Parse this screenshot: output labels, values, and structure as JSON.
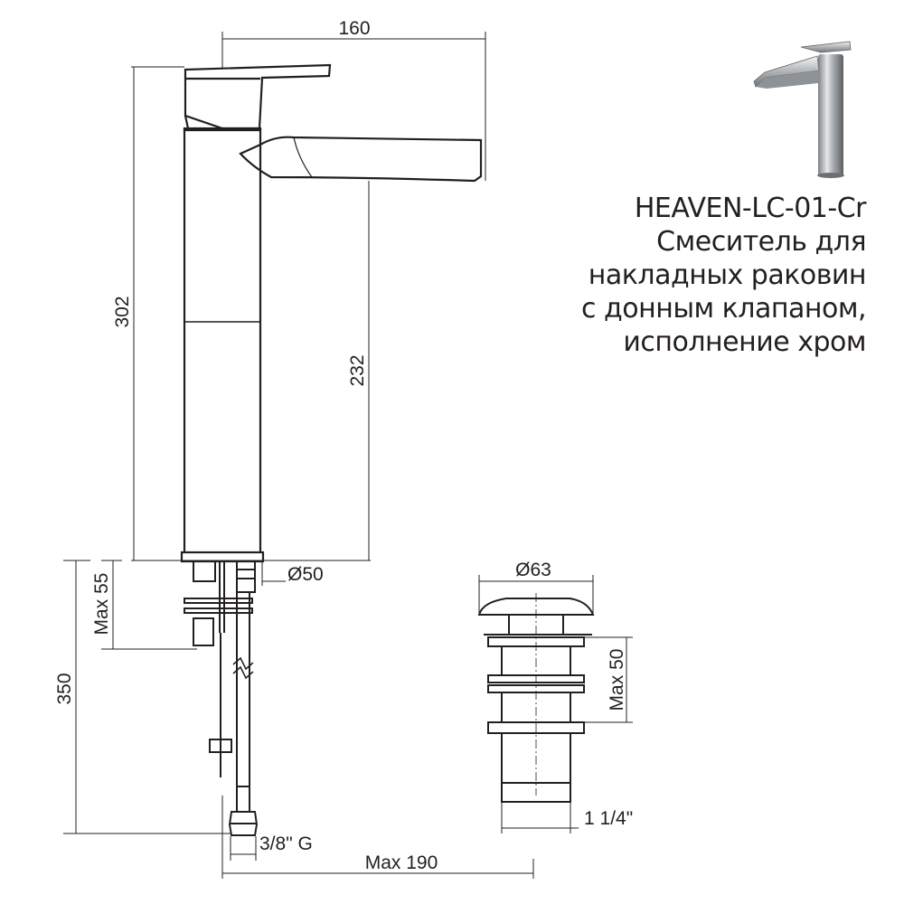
{
  "product": {
    "model": "HEAVEN-LC-01-Cr",
    "description_lines": [
      "Смеситель для",
      "накладных раковин",
      "с донным клапаном,",
      "исполнение хром"
    ]
  },
  "dimensions": {
    "spout_reach": "160",
    "total_height": "302",
    "spout_height": "232",
    "base_diameter": "Ø50",
    "max_countertop": "Max 55",
    "hose_length": "350",
    "hose_thread": "3/8\" G",
    "max_reach": "Max 190",
    "drain_diameter": "Ø63",
    "drain_max_height": "Max 50",
    "drain_thread": "1 1/4\""
  }
}
